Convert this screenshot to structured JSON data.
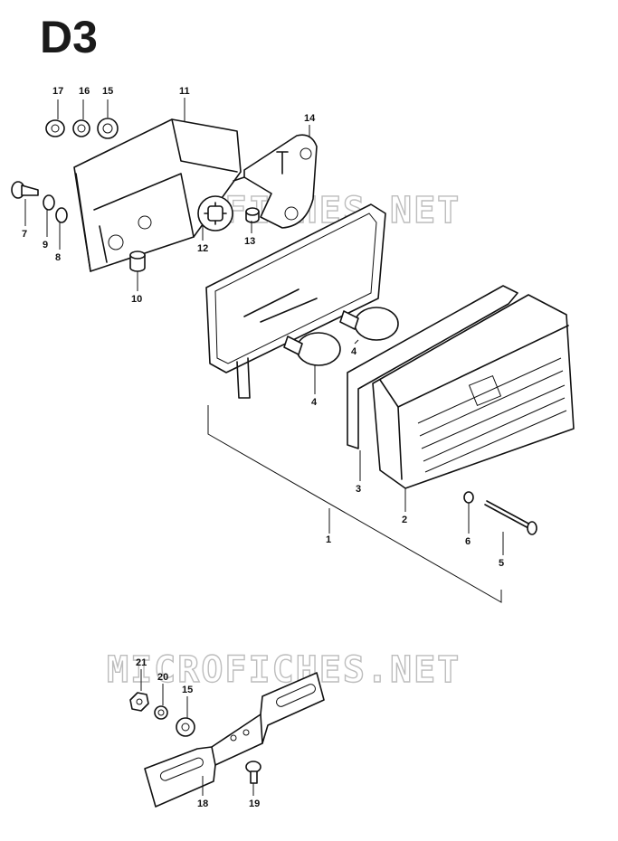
{
  "diagram": {
    "page_code": "D3",
    "watermark": "MICROFICHES.NET",
    "callouts": {
      "c1": "1",
      "c2": "2",
      "c3": "3",
      "c4a": "4",
      "c4b": "4",
      "c5": "5",
      "c6": "6",
      "c7": "7",
      "c8": "8",
      "c9": "9",
      "c10": "10",
      "c11": "11",
      "c12": "12",
      "c13": "13",
      "c14": "14",
      "c15a": "15",
      "c15b": "15",
      "c16": "16",
      "c17": "17",
      "c18": "18",
      "c19": "19",
      "c20": "20",
      "c21": "21"
    }
  }
}
